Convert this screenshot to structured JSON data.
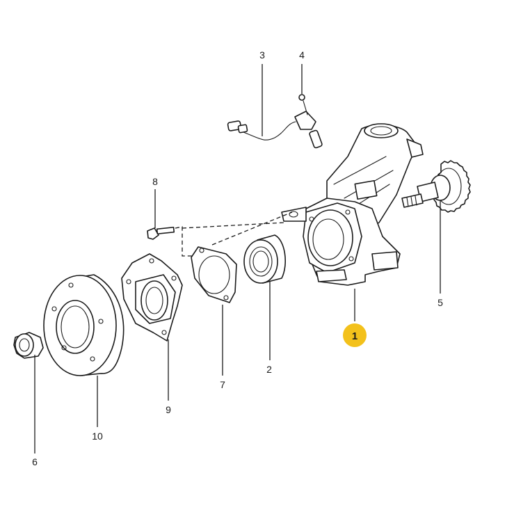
{
  "diagram": {
    "highlight_color": "#F3C11B",
    "highlighted_callout": "1",
    "callouts": [
      {
        "id": "c1",
        "label": "1"
      },
      {
        "id": "c2",
        "label": "2"
      },
      {
        "id": "c3",
        "label": "3"
      },
      {
        "id": "c4",
        "label": "4"
      },
      {
        "id": "c5",
        "label": "5"
      },
      {
        "id": "c6",
        "label": "6"
      },
      {
        "id": "c7",
        "label": "7"
      },
      {
        "id": "c8",
        "label": "8"
      },
      {
        "id": "c9",
        "label": "9"
      },
      {
        "id": "c10",
        "label": "10"
      }
    ]
  }
}
